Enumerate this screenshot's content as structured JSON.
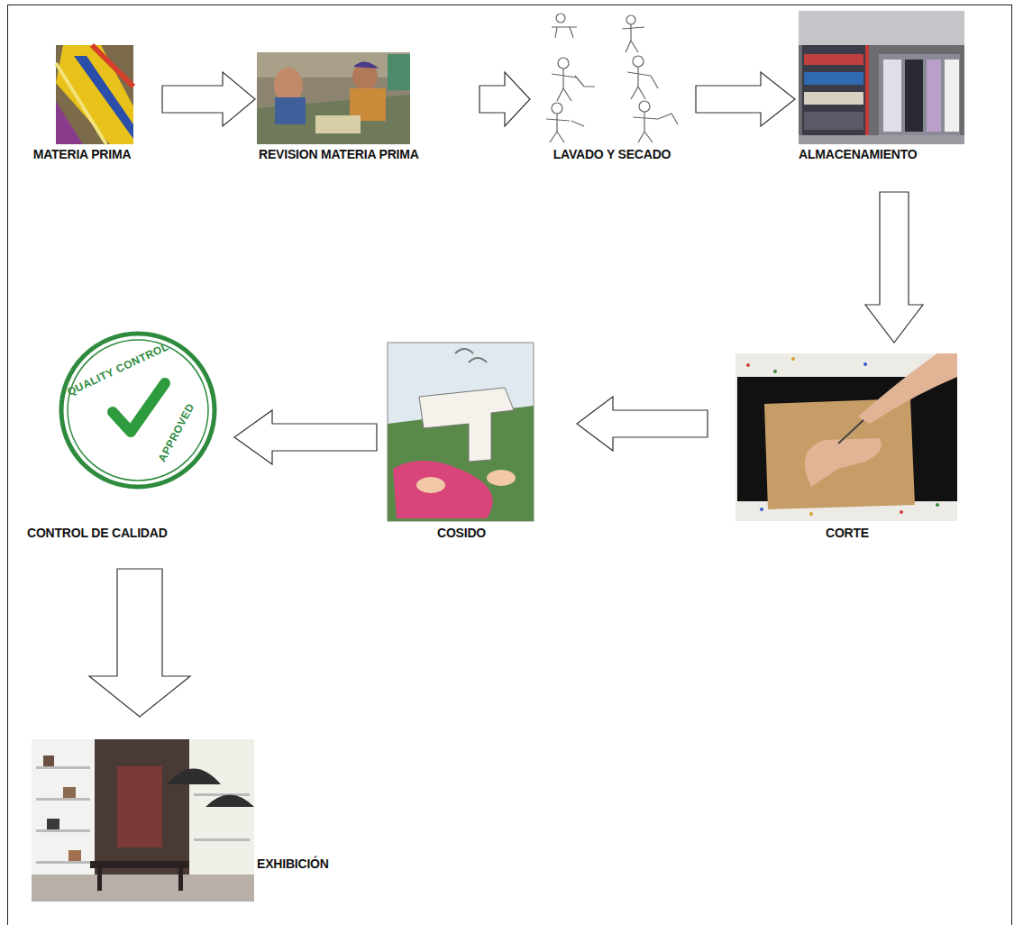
{
  "diagram": {
    "nodes": [
      {
        "text": [
          "MATERIA PRIMA"
        ]
      },
      {
        "text": [
          "REVISION MATERIA PRIMA"
        ]
      },
      {
        "text": [
          "LAVADO Y SECADO"
        ]
      },
      {
        "text": [
          "ALMACENAMIENTO"
        ]
      },
      {
        "text": [
          "CORTE"
        ]
      },
      {
        "text": [
          "COSIDO"
        ]
      },
      {
        "text": [
          "CONTROL DE CALIDAD"
        ]
      },
      {
        "text": [
          "EXHIBICIÓN"
        ]
      }
    ],
    "edges": [
      {
        "from": 0,
        "to": 1,
        "arrow": "to"
      },
      {
        "from": 1,
        "to": 2,
        "arrow": "to"
      },
      {
        "from": 2,
        "to": 3,
        "arrow": "to"
      },
      {
        "from": 3,
        "to": 4,
        "arrow": "to"
      },
      {
        "from": 4,
        "to": 5,
        "arrow": "to"
      },
      {
        "from": 5,
        "to": 6,
        "arrow": "to"
      },
      {
        "from": 6,
        "to": 7,
        "arrow": "to"
      }
    ],
    "labels": [
      "QUALITY CONTROL",
      "APPROVED"
    ]
  }
}
